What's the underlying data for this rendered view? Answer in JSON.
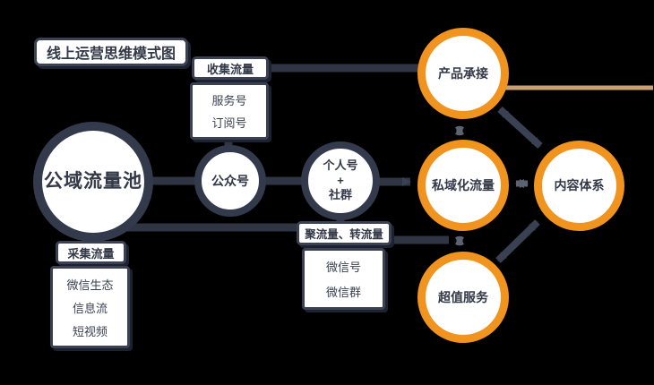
{
  "title": "线上运营思维模式图",
  "nodes": {
    "public_pool": {
      "label": "公域流量池"
    },
    "official_account": {
      "label": "公众号"
    },
    "personal_group": {
      "line1": "个人号",
      "line2": "+",
      "line3": "社群"
    },
    "product_landing": {
      "label": "产品承接"
    },
    "private_traffic": {
      "label": "私域化流量"
    },
    "premium_service": {
      "label": "超值服务"
    },
    "content_system": {
      "label": "内容体系"
    }
  },
  "groups": {
    "collect": {
      "label": "收集流量",
      "items": [
        "服务号",
        "订阅号"
      ]
    },
    "converge": {
      "label": "聚流量、转流量",
      "items": [
        "微信号",
        "微信群"
      ]
    },
    "gather": {
      "label": "采集流量",
      "items": [
        "微信生态",
        "信息流",
        "短视频"
      ]
    }
  },
  "colors": {
    "background": "#000000",
    "dark_ring": "#333A4B",
    "dark_line": "#2F3542",
    "orange_ring": "#F0941F",
    "grey_arrow": "#5B6270",
    "tan_line": "#C9A172",
    "node_fill": "#FFFFFF",
    "text": "#333947"
  }
}
